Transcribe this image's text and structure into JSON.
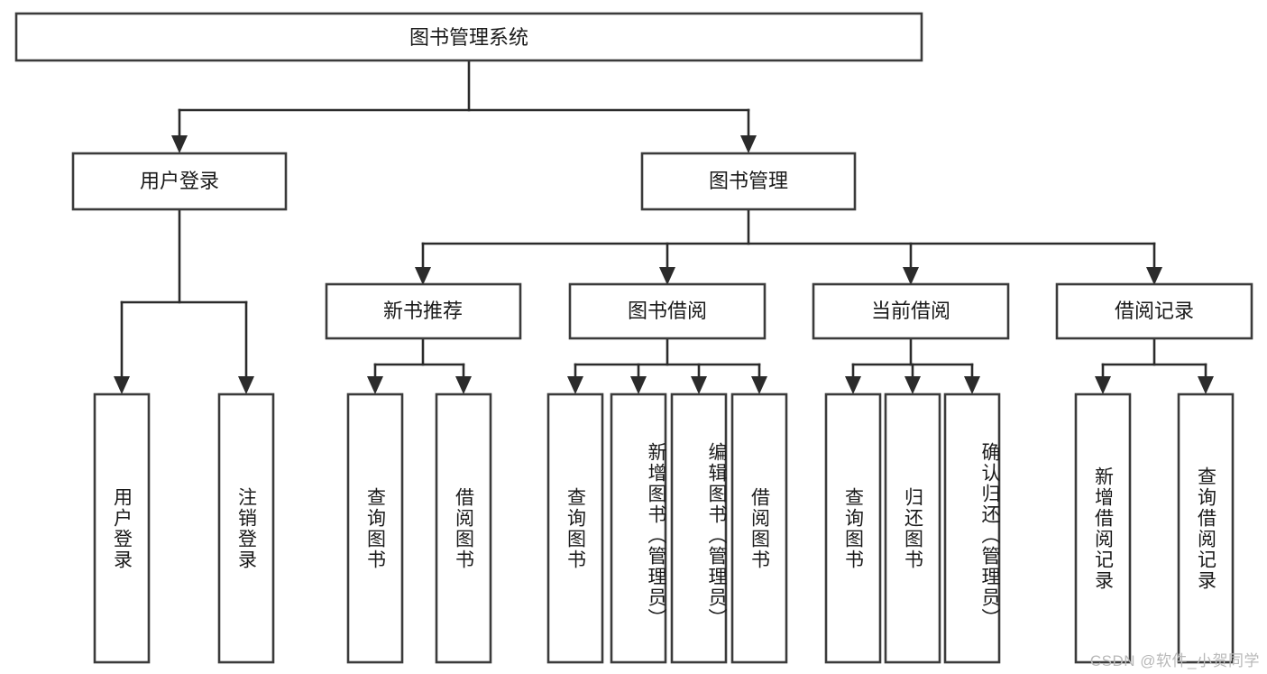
{
  "diagram": {
    "type": "tree",
    "title": "图书管理系统",
    "watermark": "CSDN @软件_小贺同学",
    "colors": {
      "box_stroke": "#3b3b3b",
      "box_fill": "#ffffff",
      "connector": "#2b2b2b",
      "text": "#1a1a1a",
      "watermark": "#b9b9b9",
      "background": "#ffffff"
    },
    "root": {
      "label": "图书管理系统"
    },
    "level1": [
      {
        "label": "用户登录"
      },
      {
        "label": "图书管理"
      }
    ],
    "level2": [
      {
        "label": "新书推荐"
      },
      {
        "label": "图书借阅"
      },
      {
        "label": "当前借阅"
      },
      {
        "label": "借阅记录"
      }
    ],
    "leaves": {
      "user_login": [
        {
          "label": "用户登录"
        },
        {
          "label": "注销登录"
        }
      ],
      "new_book_recommend": [
        {
          "label": "查询图书"
        },
        {
          "label": "借阅图书"
        }
      ],
      "book_borrow": [
        {
          "label": "查询图书"
        },
        {
          "label": "新增图书（管理员）"
        },
        {
          "label": "编辑图书（管理员）"
        },
        {
          "label": "借阅图书"
        }
      ],
      "current_borrow": [
        {
          "label": "查询图书"
        },
        {
          "label": "归还图书"
        },
        {
          "label": "确认归还（管理员）"
        }
      ],
      "borrow_record": [
        {
          "label": "新增借阅记录"
        },
        {
          "label": "查询借阅记录"
        }
      ]
    }
  }
}
